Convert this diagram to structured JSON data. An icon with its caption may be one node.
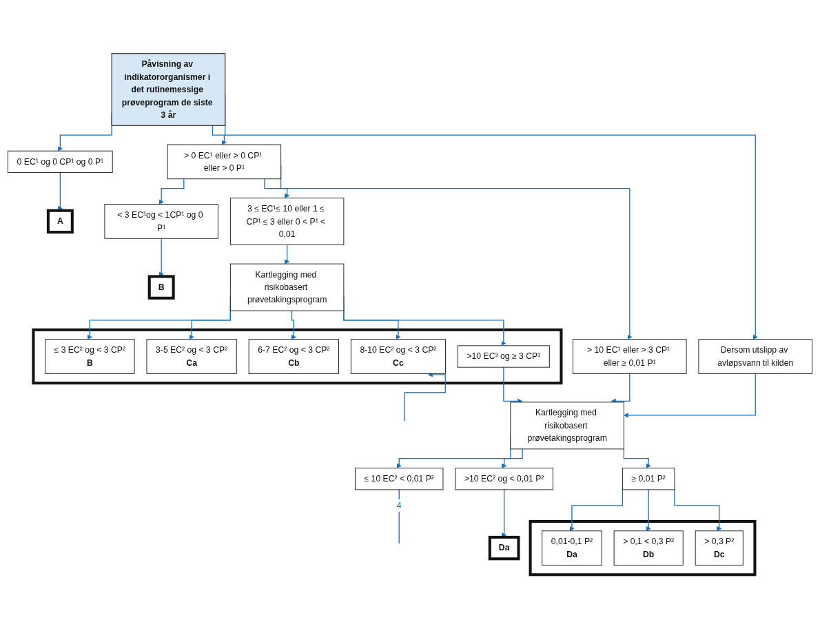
{
  "diagram": {
    "nodes": [
      {
        "text": [
          "Påvisning av indikatororganismer i det rutinemessige prøveprogram de siste 3 år"
        ]
      },
      {
        "text": [
          "0 EC¹ og 0 CP¹ og 0 P¹"
        ]
      },
      {
        "text": [
          "> 0 EC¹ eller > 0 CP¹ eller > 0 P¹"
        ]
      },
      {
        "text": [
          "Dersom utslipp av avløpsvann til kilden"
        ]
      },
      {
        "text": [
          "< 3 EC¹og < 1CP¹ og 0 P¹"
        ]
      },
      {
        "text": [
          "3 ≤ EC¹≤ 10 eller 1 ≤ CP¹ ≤ 3 eller 0 < P¹ < 0,01"
        ]
      },
      {
        "text": [
          "> 10 EC¹ eller > 3 CP¹ eller ≥ 0,01 P¹"
        ]
      },
      {
        "text": [
          "Kartlegging med risikobasert prøvetakingsprogram"
        ]
      },
      {
        "text": [
          "Kartlegging med risikobasert prøvetakingsprogram"
        ]
      },
      {
        "text": [
          "≤ 10 EC² < 0,01 P²"
        ]
      },
      {
        "text": [
          ">10 EC² og < 0,01 P²"
        ]
      },
      {
        "text": [
          "≥ 0,01 P²"
        ]
      },
      {
        "text": [
          "A"
        ]
      },
      {
        "text": [
          "B"
        ]
      },
      {
        "text": [],
        "shape": "box"
      },
      {
        "text": [
          "≤ 3 EC² og < 3 CP²",
          "B"
        ],
        "in": 14
      },
      {
        "text": [
          "3-5 EC² og < 3 CP²",
          "Ca"
        ],
        "in": 14
      },
      {
        "text": [
          "6-7 EC² og < 3 CP²",
          "Cb"
        ],
        "in": 14
      },
      {
        "text": [
          "8-10 EC² og < 3 CP²",
          "Cc"
        ],
        "in": 14
      },
      {
        "text": [
          ">10 EC³ og ≥ 3 CP³"
        ],
        "in": 14
      },
      {
        "text": [
          "Da"
        ]
      },
      {
        "text": [],
        "shape": "box"
      },
      {
        "text": [
          "0,01-0,1 P²",
          "Da"
        ],
        "in": 21
      },
      {
        "text": [
          "> 0,1 < 0,3 P²",
          "Db"
        ],
        "in": 21
      },
      {
        "text": [
          "> 0,3 P²",
          "Dc"
        ],
        "in": 21
      }
    ],
    "edges": [
      {
        "from": 0,
        "to": 1,
        "arrow": "to"
      },
      {
        "from": 0,
        "to": 2,
        "arrow": "to"
      },
      {
        "from": 0,
        "to": 3,
        "arrow": "to"
      },
      {
        "from": 1,
        "to": 12,
        "arrow": "to"
      },
      {
        "from": 2,
        "to": 4,
        "arrow": "to"
      },
      {
        "from": 2,
        "to": 5,
        "arrow": "to"
      },
      {
        "from": 2,
        "to": 6,
        "arrow": "to"
      },
      {
        "from": 3,
        "to": 8,
        "arrow": "to"
      },
      {
        "from": 4,
        "to": 13,
        "arrow": "to"
      },
      {
        "from": 5,
        "to": 7,
        "arrow": "to"
      },
      {
        "from": 6,
        "to": 8,
        "arrow": "to"
      },
      {
        "from": 7,
        "to": 15,
        "arrow": "to"
      },
      {
        "from": 7,
        "to": 16,
        "arrow": "to"
      },
      {
        "from": 7,
        "to": 17,
        "arrow": "to"
      },
      {
        "from": 7,
        "to": 18,
        "arrow": "to"
      },
      {
        "from": 7,
        "to": 19,
        "arrow": "to"
      },
      {
        "from": 19,
        "to": 8,
        "arrow": "to"
      },
      {
        "from": null,
        "to": 18,
        "arrow": "to"
      },
      {
        "from": 8,
        "to": 9,
        "arrow": "to"
      },
      {
        "from": 8,
        "to": 10,
        "arrow": "to"
      },
      {
        "from": 8,
        "to": 11,
        "arrow": "to"
      },
      {
        "from": 9,
        "to": null,
        "label": "4",
        "arrow": "none"
      },
      {
        "from": 10,
        "to": 20,
        "arrow": "to"
      },
      {
        "from": 11,
        "to": 22,
        "arrow": "to"
      },
      {
        "from": 11,
        "to": 23,
        "arrow": "to"
      },
      {
        "from": 11,
        "to": 24,
        "arrow": "to"
      }
    ]
  }
}
